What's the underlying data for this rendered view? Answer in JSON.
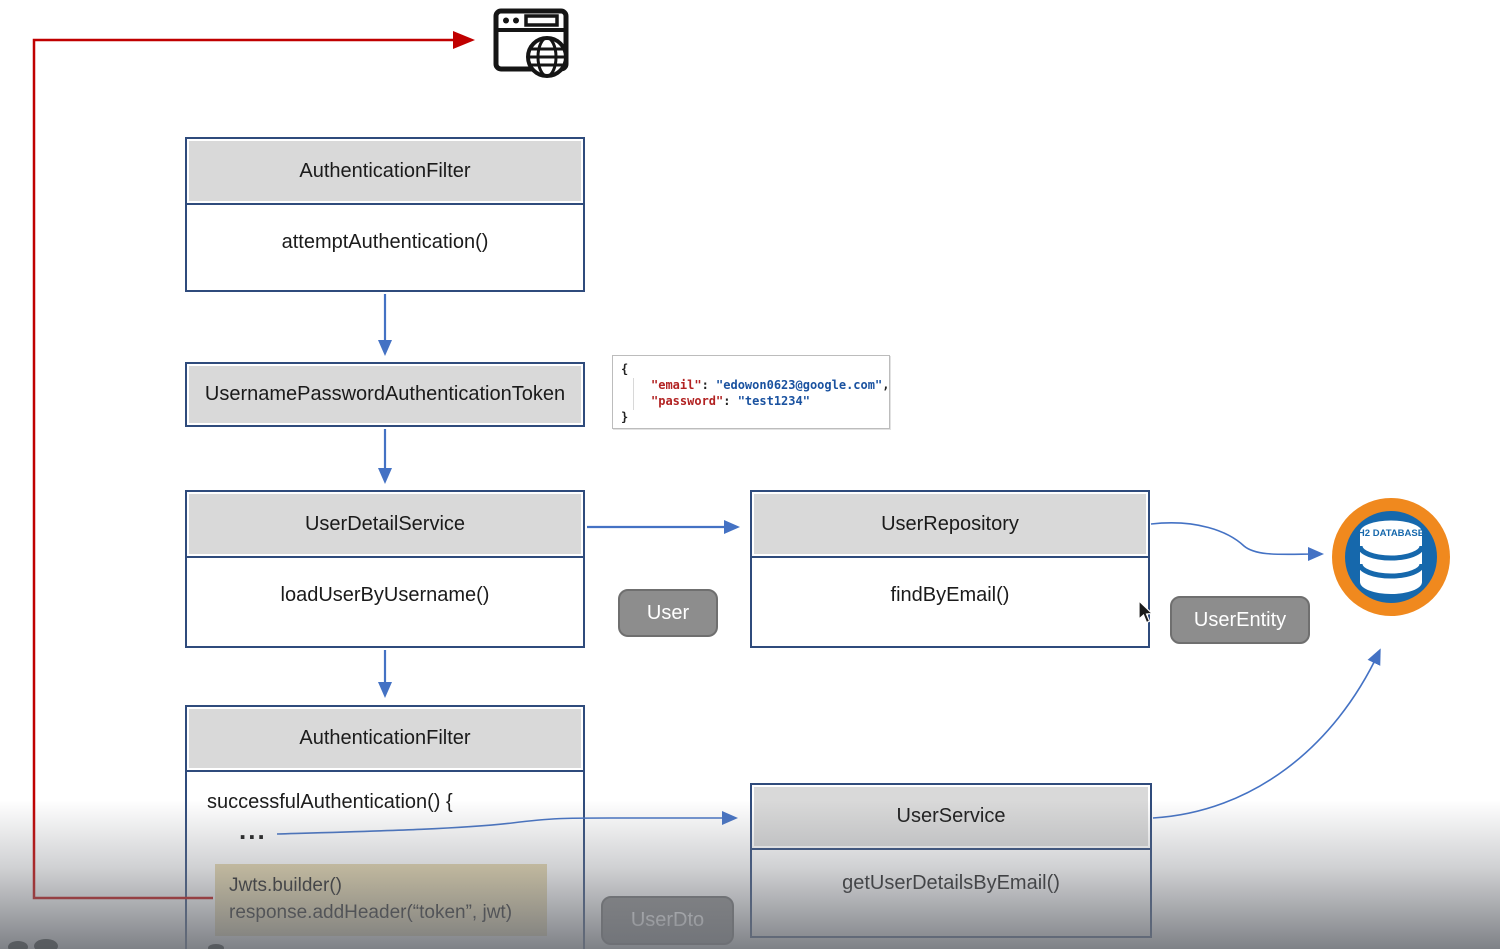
{
  "diagram": {
    "boxes": [
      {
        "title": "AuthenticationFilter",
        "method": "attemptAuthentication()"
      },
      {
        "title": "UsernamePasswordAuthenticationToken"
      },
      {
        "title": "UserDetailService",
        "method": "loadUserByUsername()"
      },
      {
        "title": "UserRepository",
        "method": "findByEmail()"
      },
      {
        "title": "AuthenticationFilter",
        "method_line": "successfulAuthentication() {",
        "ellipsis": "...",
        "highlight_lines": [
          "Jwts.builder()",
          "response.addHeader(“token”, jwt)"
        ]
      },
      {
        "title": "UserService",
        "method": "getUserDetailsByEmail()"
      }
    ],
    "chips": [
      {
        "label": "User"
      },
      {
        "label": "UserEntity"
      },
      {
        "label": "UserDto"
      }
    ],
    "json_snippet": {
      "brace_open": "{",
      "entries": [
        {
          "key": "\"email\"",
          "sep": ": ",
          "value": "\"edowon0623@google.com\"",
          "trail": ","
        },
        {
          "key": "\"password\"",
          "sep": ": ",
          "value": "\"test1234\"",
          "trail": ""
        }
      ],
      "brace_close": "}"
    },
    "icons": {
      "browser": "browser-globe-icon",
      "database_label": "H2 DATABASE"
    },
    "colors": {
      "arrow_blue": "#4472C4",
      "arrow_red": "#C00000",
      "box_border": "#2F4B7C",
      "header_fill": "#D9D9D9",
      "chip_fill": "#8D8D8D",
      "highlight_fill": "#E4D6AC",
      "json_key": "#B22222",
      "json_value": "#1A52A0",
      "db_orange": "#F0891E",
      "db_blue": "#1668AC"
    }
  }
}
